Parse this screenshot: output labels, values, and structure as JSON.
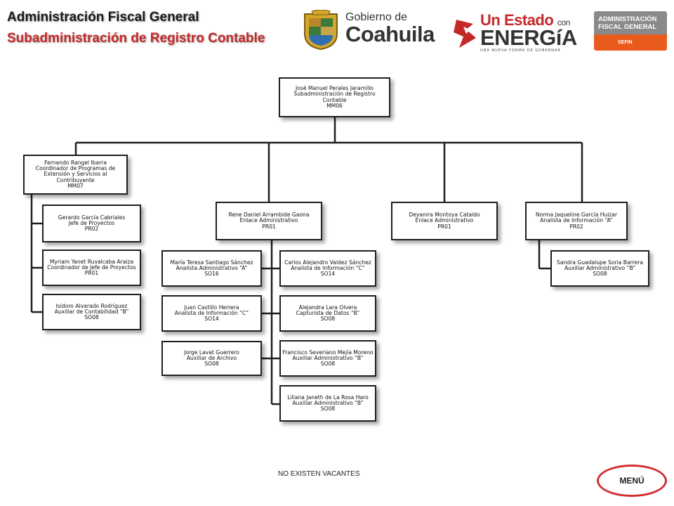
{
  "header": {
    "title": "Administración Fiscal General",
    "subtitle": "Subadministración de Registro Contable"
  },
  "logos": {
    "gobierno_top": "Gobierno de",
    "gobierno_main": "Coahuila",
    "energia_top": "Un Estado",
    "energia_con": "con",
    "energia_main": "ENERGíA",
    "energia_sub": "UNA NUEVA FORMA DE GOBERNAR",
    "afg_top": "ADMINISTRACIÓN FISCAL GENERAL",
    "afg_bottom": "SEFIN"
  },
  "org": {
    "root": {
      "name": "José Manuel Perales Jaramillo",
      "title": "Subadministración de Registro Contable",
      "code": "MM06"
    },
    "fernando": {
      "name": "Fernando Rangel Ibarra",
      "title": "Coordinador de Programas de Extensión y Servicios al Contribuyente",
      "code": "MM07"
    },
    "gerardo": {
      "name": "Gerardo García Cabriales",
      "title": "Jefe de Proyectos",
      "code": "PR02"
    },
    "myriam": {
      "name": "Myriam Yanet Ruvalcaba Araiza",
      "title": "Coordinador de Jefe de Proyectos",
      "code": "PR01"
    },
    "isidoro": {
      "name": "Isidoro Alvarado Rodríguez",
      "title": "Auxiliar de Contabilidad “B”",
      "code": "SO08"
    },
    "rene": {
      "name": "Rene Daniel Arrambide Gaona",
      "title": "Enlace Administrativo",
      "code": "PR01"
    },
    "maria": {
      "name": "María Teresa Santiago Sánchez",
      "title": "Analista Administrativo “A”",
      "code": "SO16"
    },
    "juan": {
      "name": "Juan Castillo Herrera",
      "title": "Analista de Información “C”",
      "code": "SO14"
    },
    "jorge": {
      "name": "Jorge Lavat Guerrero",
      "title": "Auxiliar de Archivo",
      "code": "SO08"
    },
    "carlos": {
      "name": "Carlos Alejandro Valdez Sánchez",
      "title": "Analista de Información “C”",
      "code": "SO14"
    },
    "alejandra": {
      "name": "Alejandra Lara Olvera",
      "title": "Capturista de Datos “B”",
      "code": "SO08"
    },
    "francisco": {
      "name": "Francisco Severiano Mejía Moreno",
      "title": "Auxiliar Administrativo “B”",
      "code": "SO08"
    },
    "liliana": {
      "name": "Liliana Janeth de La Rosa Haro",
      "title": "Auxiliar Administrativo “B”",
      "code": "SO08"
    },
    "deyanira": {
      "name": "Deyanira Montoya Cataldo",
      "title": "Enlace Administrativo",
      "code": "PR01"
    },
    "norma": {
      "name": "Norma Jaqueline García Huizar",
      "title": "Analista de Información “A”",
      "code": "PR02"
    },
    "sandra": {
      "name": "Sandra Guadalupe Soria Barrera",
      "title": "Auxiliar Administrativo “B”",
      "code": "SO08"
    }
  },
  "footer": {
    "note": "NO EXISTEN VACANTES",
    "menu_label": "MENÚ"
  },
  "colors": {
    "accent_red": "#c62828",
    "afg_orange": "#e85b1d",
    "line": "#1f1f1f"
  }
}
